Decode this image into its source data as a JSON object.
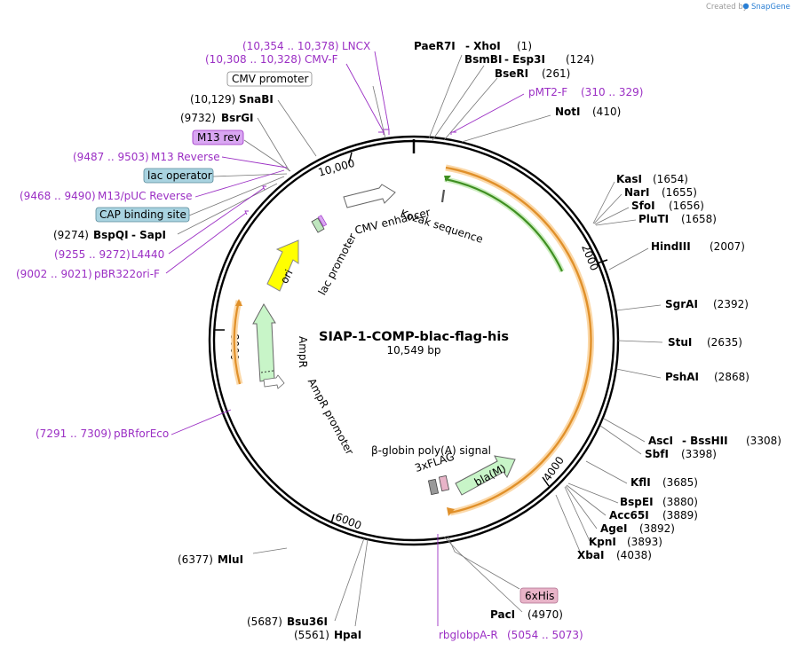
{
  "credit": {
    "prefix": "Created by",
    "brand": "SnapGene"
  },
  "plasmid": {
    "name": "SIAP-1-COMP-blac-flag-his",
    "length": "10,549 bp"
  },
  "ticks": [
    "2000",
    "4000",
    "6000",
    "8000",
    "10,000"
  ],
  "sites_right": [
    {
      "name": "PaeR7I",
      "extra": "- XhoI",
      "pos": "(1)"
    },
    {
      "name": "BsmBI",
      "extra": "- Esp3I",
      "pos": "(124)"
    },
    {
      "name": "BseRI",
      "pos": "(261)"
    },
    {
      "name": "NotI",
      "pos": "(410)"
    },
    {
      "name": "KasI",
      "pos": "(1654)"
    },
    {
      "name": "NarI",
      "pos": "(1655)"
    },
    {
      "name": "SfoI",
      "pos": "(1656)"
    },
    {
      "name": "PluTI",
      "pos": "(1658)"
    },
    {
      "name": "HindIII",
      "pos": "(2007)"
    },
    {
      "name": "SgrAI",
      "pos": "(2392)"
    },
    {
      "name": "StuI",
      "pos": "(2635)"
    },
    {
      "name": "PshAI",
      "pos": "(2868)"
    },
    {
      "name": "AscI",
      "extra": "- BssHII",
      "pos": "(3308)"
    },
    {
      "name": "SbfI",
      "pos": "(3398)"
    },
    {
      "name": "KflI",
      "pos": "(3685)"
    },
    {
      "name": "BspEI",
      "pos": "(3880)"
    },
    {
      "name": "Acc65I",
      "pos": "(3889)"
    },
    {
      "name": "AgeI",
      "pos": "(3892)"
    },
    {
      "name": "KpnI",
      "pos": "(3893)"
    },
    {
      "name": "XbaI",
      "pos": "(4038)"
    },
    {
      "name": "PacI",
      "pos": "(4970)"
    }
  ],
  "sites_left": [
    {
      "name": "SnaBI",
      "pos": "(10,129)"
    },
    {
      "name": "BsrGI",
      "pos": "(9732)"
    },
    {
      "name": "BspQI",
      "extra": "- SapI",
      "pos": "(9274)"
    },
    {
      "name": "MluI",
      "pos": "(6377)"
    },
    {
      "name": "Bsu36I",
      "pos": "(5687)"
    },
    {
      "name": "HpaI",
      "pos": "(5561)"
    }
  ],
  "primers": [
    {
      "name": "LNCX",
      "range": "(10,354 .. 10,378)"
    },
    {
      "name": "CMV-F",
      "range": "(10,308 .. 10,328)"
    },
    {
      "name": "pMT2-F",
      "range": "(310 .. 329)"
    },
    {
      "name": "M13 Reverse",
      "range": "(9487 .. 9503)"
    },
    {
      "name": "M13/pUC Reverse",
      "range": "(9468 .. 9490)"
    },
    {
      "name": "L4440",
      "range": "(9255 .. 9272)"
    },
    {
      "name": "pBR322ori-F",
      "range": "(9002 .. 9021)"
    },
    {
      "name": "pBRforEco",
      "range": "(7291 .. 7309)"
    },
    {
      "name": "rbglobpA-R",
      "range": "(5054 .. 5073)"
    }
  ],
  "boxed_features": {
    "cmv_promoter": "CMV promoter",
    "m13_rev": "M13 rev",
    "lac_operator": "lac operator",
    "cap_binding_site": "CAP binding site",
    "six_his": "6xHis"
  },
  "inner_features": {
    "cmv_enhancer": "CMV enhancer",
    "kozak": "Kozak sequence",
    "lac_promoter": "lac promoter",
    "ori": "ori",
    "ampr": "AmpR",
    "ampr_promoter": "AmpR promoter",
    "beta_globin": "β-globin poly(A) signal",
    "three_flag": "3xFLAG",
    "bla": "bla(M)"
  },
  "colors": {
    "primer": "#9b2fc4",
    "orf_orange": "#f2a94a",
    "orf_green": "#4a9a2a",
    "ori_yellow": "#ffff00",
    "ampr_green": "#c8f5c8",
    "box_blue": "#a9d3e0",
    "box_purple": "#d9a6f2",
    "box_pink": "#e8b4c8"
  }
}
